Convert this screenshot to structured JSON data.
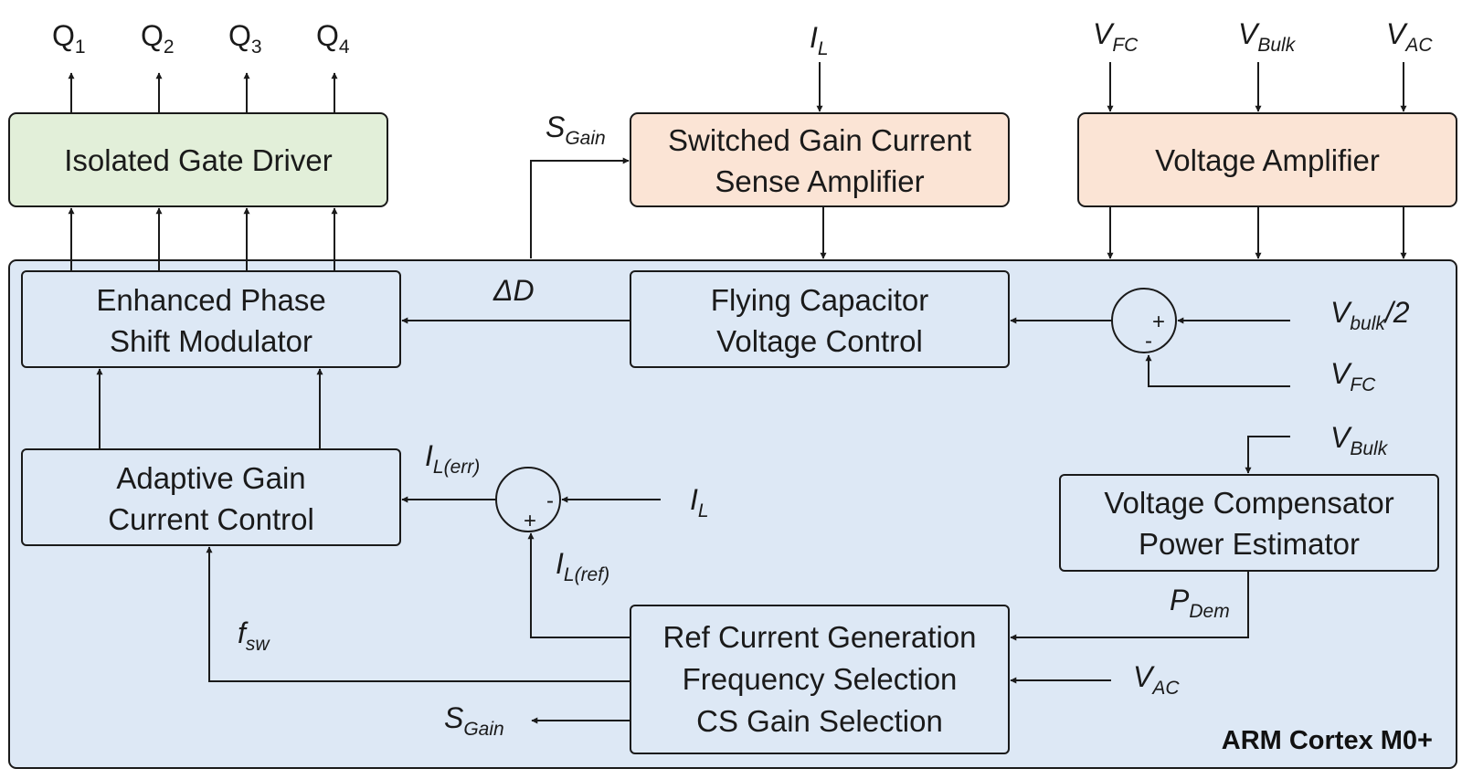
{
  "processor": {
    "label": "ARM Cortex M0+"
  },
  "blocks": {
    "gate_driver": {
      "line1": "Isolated Gate Driver"
    },
    "cs_amp": {
      "line1": "Switched Gain Current",
      "line2": "Sense Amplifier"
    },
    "v_amp": {
      "line1": "Voltage Amplifier"
    },
    "epsm": {
      "line1": "Enhanced Phase",
      "line2": "Shift Modulator"
    },
    "fcvc": {
      "line1": "Flying Capacitor",
      "line2": "Voltage Control"
    },
    "agcc": {
      "line1": "Adaptive Gain",
      "line2": "Current Control"
    },
    "vcpe": {
      "line1": "Voltage Compensator",
      "line2": "Power Estimator"
    },
    "ref_gen": {
      "line1": "Ref Current Generation",
      "line2": "Frequency Selection",
      "line3": "CS Gain Selection"
    }
  },
  "outputs": [
    {
      "base": "Q",
      "sub": "1"
    },
    {
      "base": "Q",
      "sub": "2"
    },
    {
      "base": "Q",
      "sub": "3"
    },
    {
      "base": "Q",
      "sub": "4"
    }
  ],
  "signals": {
    "il_top": {
      "base": "I",
      "sub": "L"
    },
    "vfc_top": {
      "base": "V",
      "sub": "FC"
    },
    "vbulk_top": {
      "base": "V",
      "sub": "Bulk"
    },
    "vac_top": {
      "base": "V",
      "sub": "AC"
    },
    "sgain_top": {
      "base": "S",
      "sub": "Gain"
    },
    "delta_d": {
      "base": "ΔD"
    },
    "vbulk_half": {
      "base": "V",
      "sub": "bulk",
      "suffix": "/2"
    },
    "vfc_in": {
      "base": "V",
      "sub": "FC"
    },
    "vbulk_in": {
      "base": "V",
      "sub": "Bulk"
    },
    "il_err": {
      "base": "I",
      "sub": "L(err)"
    },
    "il_in": {
      "base": "I",
      "sub": "L"
    },
    "il_ref": {
      "base": "I",
      "sub": "L(ref)"
    },
    "pdem": {
      "base": "P",
      "sub": "Dem"
    },
    "vac_in": {
      "base": "V",
      "sub": "AC"
    },
    "fsw": {
      "base": "f",
      "sub": "sw"
    },
    "sgain_out": {
      "base": "S",
      "sub": "Gain"
    }
  },
  "summing_junctions": {
    "sj_fc": {
      "plus": "+",
      "minus": "-"
    },
    "sj_il": {
      "plus": "+",
      "minus": "-"
    }
  },
  "colors": {
    "gate_driver_fill": "#e2efd9",
    "amp_fill": "#fbe4d5",
    "processor_fill": "#dde8f5",
    "stroke": "#1a1a1a"
  }
}
